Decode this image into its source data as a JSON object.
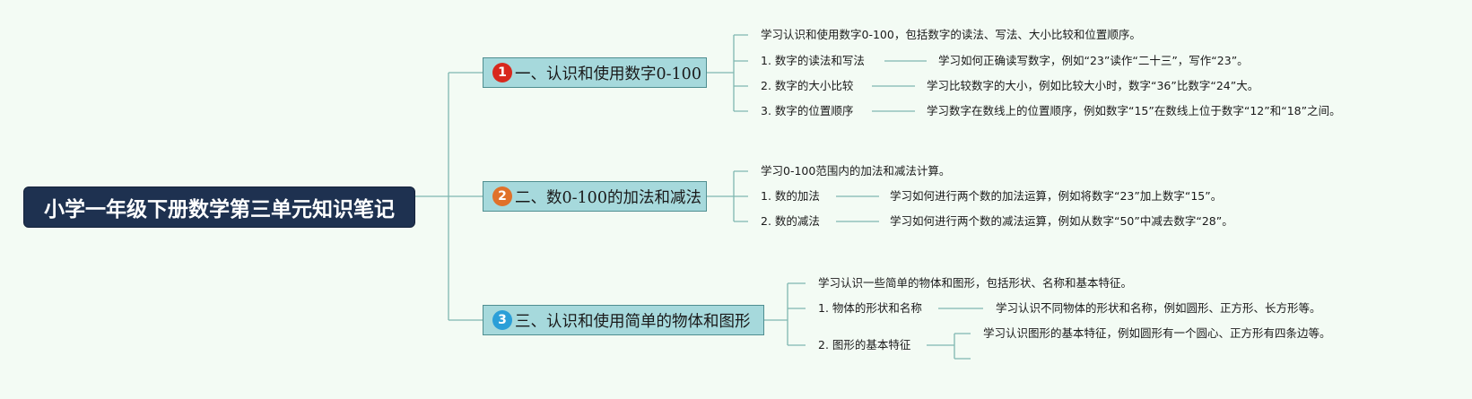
{
  "root": {
    "title": "小学一年级下册数学第三单元知识笔记"
  },
  "colors": {
    "root_bg": "#1e3150",
    "branch_bg": "#a6d9dc",
    "line": "#7fb7b0"
  },
  "branches": [
    {
      "badge": "1",
      "badge_color": "#d8281d",
      "title": "一、认识和使用数字0-100",
      "intro": "学习认识和使用数字0-100，包括数字的读法、写法、大小比较和位置顺序。",
      "items": [
        {
          "label": "1. 数字的读法和写法",
          "detail": "学习如何正确读写数字，例如“23”读作“二十三”，写作“23”。"
        },
        {
          "label": "2. 数字的大小比较",
          "detail": "学习比较数字的大小，例如比较大小时，数字“36”比数字“24”大。"
        },
        {
          "label": "3. 数字的位置顺序",
          "detail": "学习数字在数线上的位置顺序，例如数字“15”在数线上位于数字“12”和“18”之间。"
        }
      ]
    },
    {
      "badge": "2",
      "badge_color": "#e0712a",
      "title": "二、数0-100的加法和减法",
      "intro": "学习0-100范围内的加法和减法计算。",
      "items": [
        {
          "label": "1. 数的加法",
          "detail": "学习如何进行两个数的加法运算，例如将数字“23”加上数字“15”。"
        },
        {
          "label": "2. 数的减法",
          "detail": "学习如何进行两个数的减法运算，例如从数字“50”中减去数字“28”。"
        }
      ]
    },
    {
      "badge": "3",
      "badge_color": "#2b9fd8",
      "title": "三、认识和使用简单的物体和图形",
      "intro": "学习认识一些简单的物体和图形，包括形状、名称和基本特征。",
      "items": [
        {
          "label": "1. 物体的形状和名称",
          "detail": "学习认识不同物体的形状和名称，例如圆形、正方形、长方形等。"
        },
        {
          "label": "2. 图形的基本特征",
          "detail": "学习认识图形的基本特征，例如圆形有一个圆心、正方形有四条边等。"
        }
      ]
    }
  ]
}
